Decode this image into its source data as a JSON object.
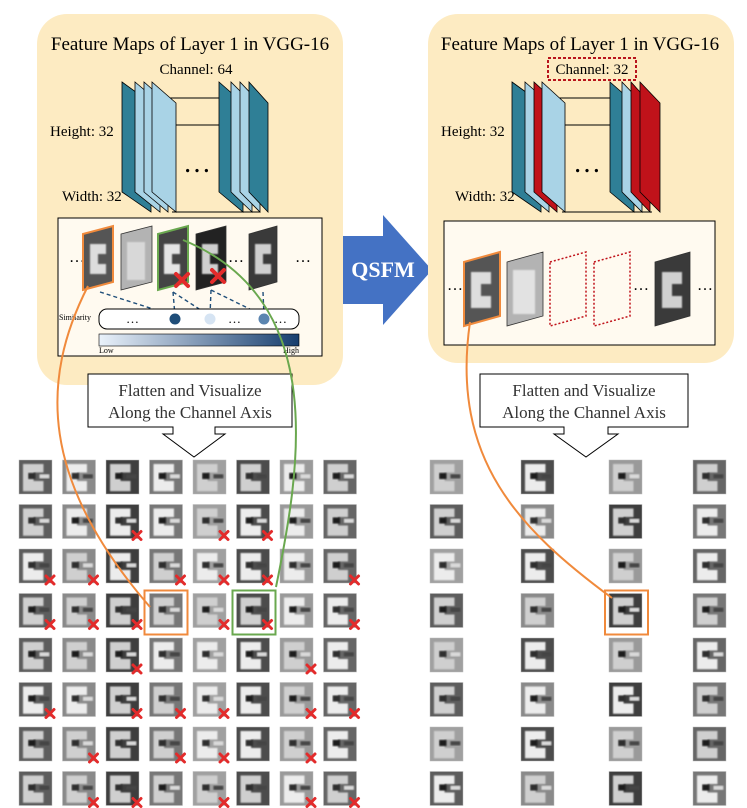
{
  "left_panel": {
    "title": "Feature Maps of Layer 1 in VGG-16",
    "channel_label": "Channel: 64",
    "height_label": "Height: 32",
    "width_label": "Width: 32",
    "ellipsis": "…",
    "similarity_label": "Similarity",
    "similarity_dots_text": "…",
    "scale_low": "Low",
    "scale_high": "High"
  },
  "right_panel": {
    "title": "Feature Maps of Layer 1 in VGG-16",
    "channel_label": "Channel: 32",
    "height_label": "Height: 32",
    "width_label": "Width: 32",
    "ellipsis": "…"
  },
  "arrow_label": "QSFM",
  "callouts": {
    "left_line1": "Flatten and Visualize",
    "left_line2": "Along the Channel Axis",
    "right_line1": "Flatten and Visualize",
    "right_line2": "Along the Channel Axis"
  },
  "colors": {
    "panel_bg": "#fdebc2",
    "block_teal": "#2f7f96",
    "block_light": "#a9d3e6",
    "block_red": "#c0121a",
    "orange": "#f08a3c",
    "green": "#6aa84f",
    "arrow_blue": "#4472c4",
    "red_cross": "#e32b2b"
  },
  "left_grid": {
    "rows": 8,
    "cols": 8,
    "removed_count": 32,
    "highlight_orange": [
      3,
      3
    ],
    "highlight_green": [
      3,
      5
    ]
  },
  "right_grid": {
    "rows": 8,
    "cols": 4,
    "highlight_orange": [
      3,
      2
    ]
  }
}
